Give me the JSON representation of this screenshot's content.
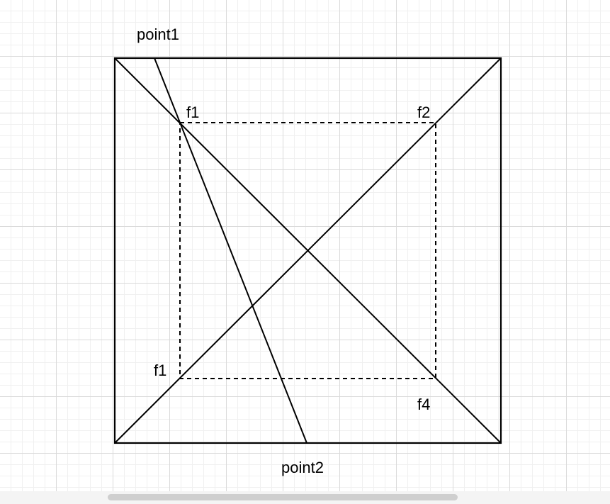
{
  "diagram": {
    "labels": {
      "point1": "point1",
      "point2": "point2",
      "f1_top": "f1",
      "f2": "f2",
      "f1_bottom": "f1",
      "f4": "f4"
    },
    "colors": {
      "stroke": "#000000",
      "grid_major": "#dadada",
      "grid_minor": "#f0f0f0"
    }
  }
}
